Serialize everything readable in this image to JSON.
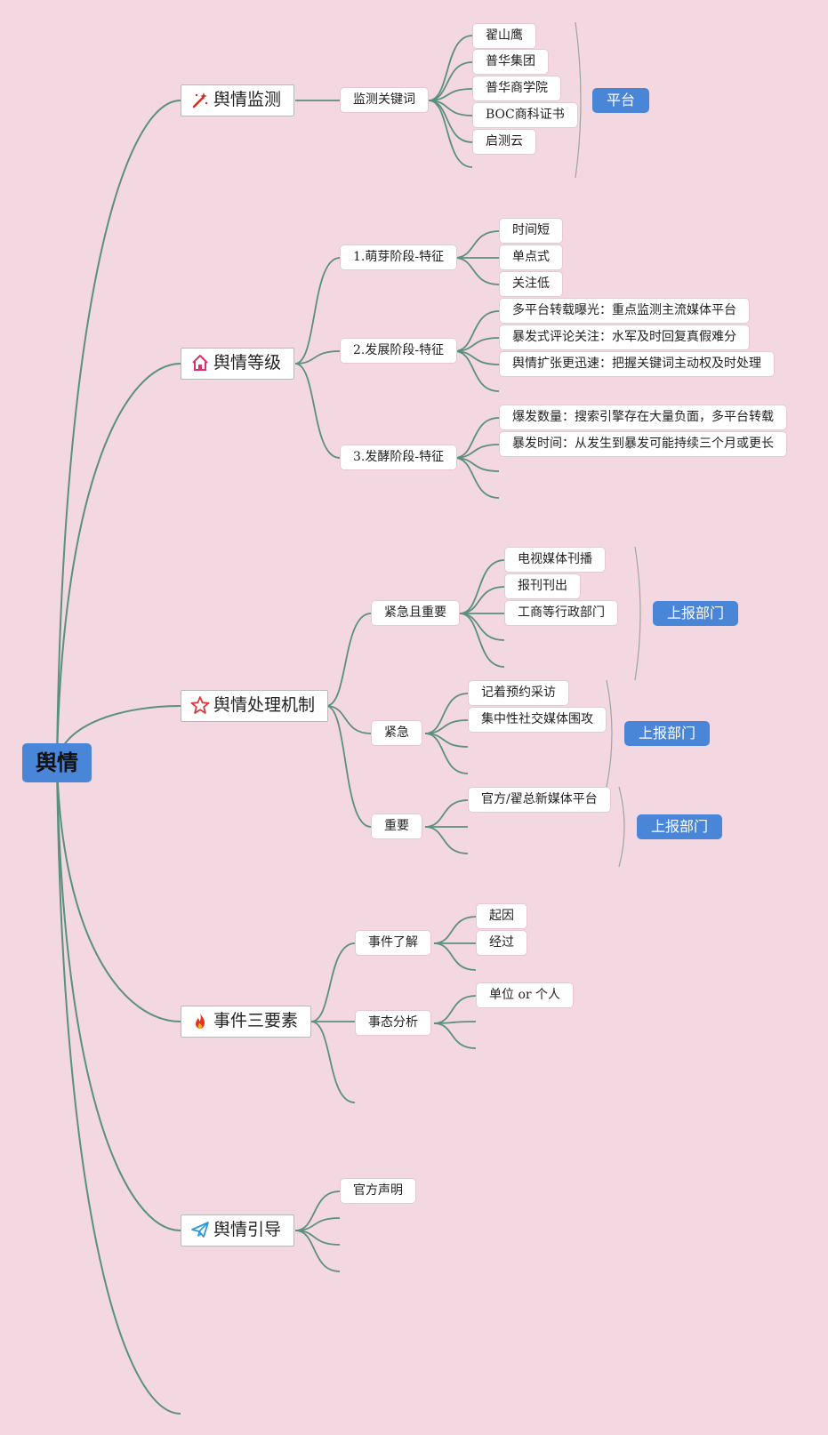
{
  "root": {
    "label": "舆情"
  },
  "branches": {
    "monitor": {
      "label": "舆情监测",
      "icon": "magic-wand-icon",
      "keywords": {
        "label": "监测关键词",
        "items": [
          "翟山鹰",
          "普华集团",
          "普华商学院",
          "BOC商科证书",
          "启测云"
        ],
        "group_tag": "平台"
      }
    },
    "level": {
      "label": "舆情等级",
      "icon": "home-icon",
      "stages": [
        {
          "label": "1.萌芽阶段-特征",
          "items": [
            "时间短",
            "单点式",
            "关注低"
          ]
        },
        {
          "label": "2.发展阶段-特征",
          "items": [
            "多平台转载曝光：重点监测主流媒体平台",
            "暴发式评论关注：水军及时回复真假难分",
            "舆情扩张更迅速：把握关键词主动权及时处理"
          ]
        },
        {
          "label": "3.发酵阶段-特征",
          "items": [
            "爆发数量：搜索引擎存在大量负面，多平台转载",
            "暴发时间：从发生到暴发可能持续三个月或更长"
          ]
        }
      ]
    },
    "mechanism": {
      "label": "舆情处理机制",
      "icon": "star-icon",
      "levels": [
        {
          "label": "紧急且重要",
          "items": [
            "电视媒体刊播",
            "报刊刊出",
            "工商等行政部门"
          ],
          "tag": "上报部门"
        },
        {
          "label": "紧急",
          "items": [
            "记着预约采访",
            "集中性社交媒体围攻"
          ],
          "tag": "上报部门"
        },
        {
          "label": "重要",
          "items": [
            "官方/翟总新媒体平台"
          ],
          "tag": "上报部门"
        }
      ]
    },
    "event": {
      "label": "事件三要素",
      "icon": "fire-icon",
      "parts": [
        {
          "label": "事件了解",
          "items": [
            "起因",
            "经过"
          ]
        },
        {
          "label": "事态分析",
          "items": [
            "单位 or 个人"
          ]
        }
      ]
    },
    "guide": {
      "label": "舆情引导",
      "icon": "paper-plane-icon",
      "items": [
        "官方声明"
      ]
    }
  },
  "colors": {
    "background": "#f3d8e1",
    "connector": "#5b8f80",
    "accent": "#4a86d8",
    "node_border": "#e9c7d2"
  }
}
